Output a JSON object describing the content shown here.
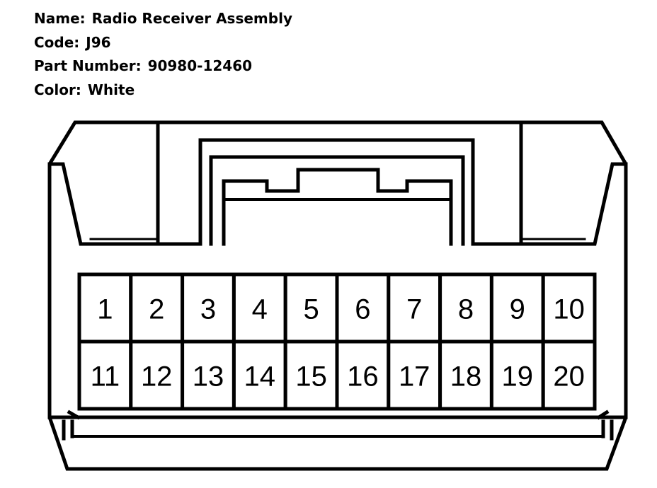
{
  "header": {
    "name_label": "Name:",
    "name_value": "Radio Receiver Assembly",
    "code_label": "Code:",
    "code_value": "J96",
    "part_label": "Part Number:",
    "part_value": "90980-12460",
    "color_label": "Color:",
    "color_value": "White"
  },
  "connector": {
    "stroke_color": "#000000",
    "fill_color": "#ffffff",
    "rows": [
      [
        "1",
        "2",
        "3",
        "4",
        "5",
        "6",
        "7",
        "8",
        "9",
        "10"
      ],
      [
        "11",
        "12",
        "13",
        "14",
        "15",
        "16",
        "17",
        "18",
        "19",
        "20"
      ]
    ]
  }
}
